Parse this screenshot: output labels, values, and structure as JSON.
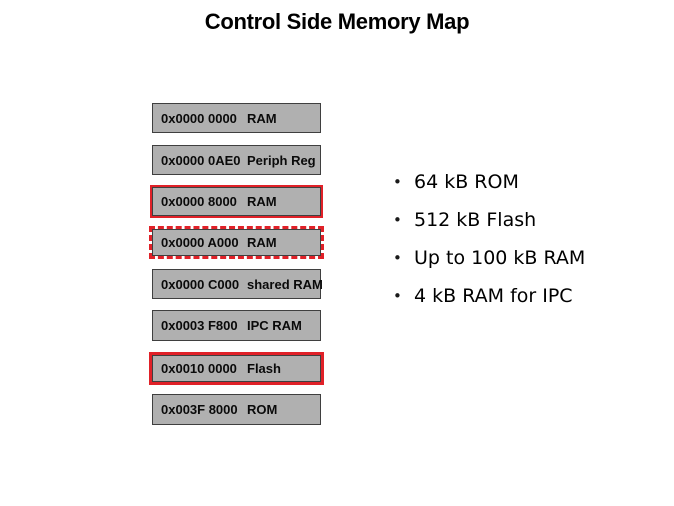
{
  "slide": {
    "title": "Control Side Memory Map",
    "bullet_char": "•",
    "colors": {
      "background": "#ffffff",
      "box_fill": "#b0b0b0",
      "box_border": "#3f3f3f",
      "highlight_red": "#e02128",
      "text": "#000000"
    },
    "memory_map": {
      "blocks": [
        {
          "address": "0x0000 0000",
          "label": "RAM",
          "highlight": "none"
        },
        {
          "address": "0x0000 0AE0",
          "label": "Periph Reg",
          "highlight": "none"
        },
        {
          "address": "0x0000 8000",
          "label": "RAM",
          "highlight": "solid-red"
        },
        {
          "address": "0x0000 A000",
          "label": "RAM",
          "highlight": "dashed-red"
        },
        {
          "address": "0x0000 C000",
          "label": "shared RAM",
          "highlight": "none"
        },
        {
          "address": "0x0003 F800",
          "label": "IPC RAM",
          "highlight": "none"
        },
        {
          "address": "0x0010 0000",
          "label": "Flash",
          "highlight": "solid-red-thick"
        },
        {
          "address": "0x003F 8000",
          "label": "ROM",
          "highlight": "none"
        }
      ]
    },
    "bullets": [
      "64 kB ROM",
      "512 kB Flash",
      "Up to 100 kB RAM",
      "4 kB RAM for IPC"
    ]
  }
}
